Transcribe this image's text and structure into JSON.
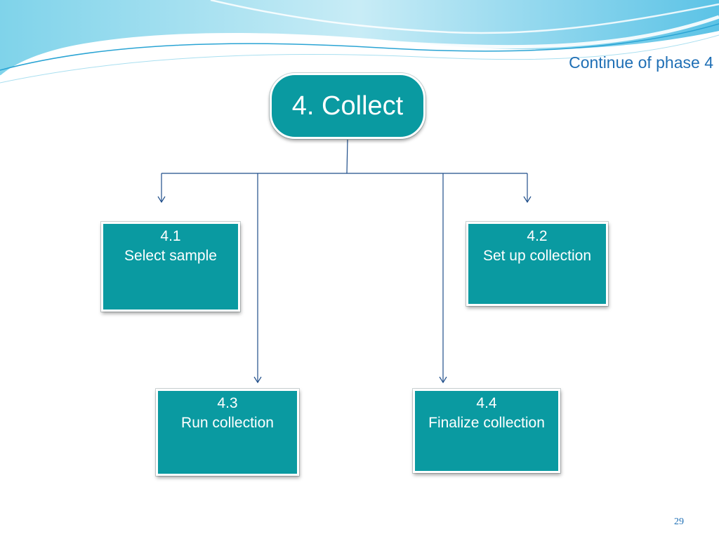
{
  "slide": {
    "subtitle": "Continue of phase 4",
    "page_number": "29",
    "colors": {
      "box_fill": "#0a9aa1",
      "connector": "#1f4e8a",
      "title_text": "#1f6fb5",
      "wave_light": "#bfe6f3",
      "wave_dark": "#3aaed8"
    }
  },
  "diagram": {
    "root": {
      "label": "4. Collect"
    },
    "steps": [
      {
        "number": "4.1",
        "label": "Select sample"
      },
      {
        "number": "4.2",
        "label": "Set up collection"
      },
      {
        "number": "4.3",
        "label": "Run collection"
      },
      {
        "number": "4.4",
        "label": "Finalize collection"
      }
    ]
  }
}
